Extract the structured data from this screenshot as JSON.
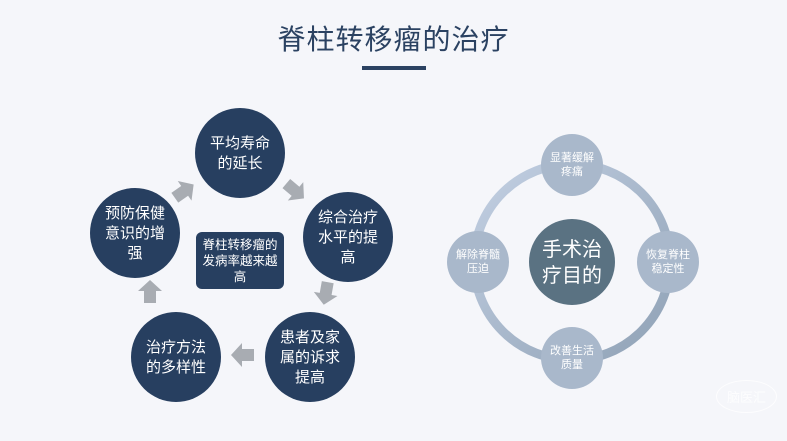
{
  "title": "脊柱转移瘤的治疗",
  "cycle": {
    "center": "脊柱转移瘤的发病率越来越高",
    "nodes": [
      "平均寿命的延长",
      "综合治疗水平的提高",
      "患者及家属的诉求提高",
      "治疗方法的多样性",
      "预防保健意识的增强"
    ]
  },
  "goals": {
    "center": "手术治疗目的",
    "nodes": {
      "top": "显著缓解疼痛",
      "right": "恢复脊柱稳定性",
      "bottom": "改善生活质量",
      "left": "解除脊髓压迫"
    }
  },
  "watermark": "脑医汇",
  "colors": {
    "navy": "#273f60",
    "slate": "#5a7282",
    "light": "#a9b8cb",
    "arrow": "#a8acb2"
  }
}
